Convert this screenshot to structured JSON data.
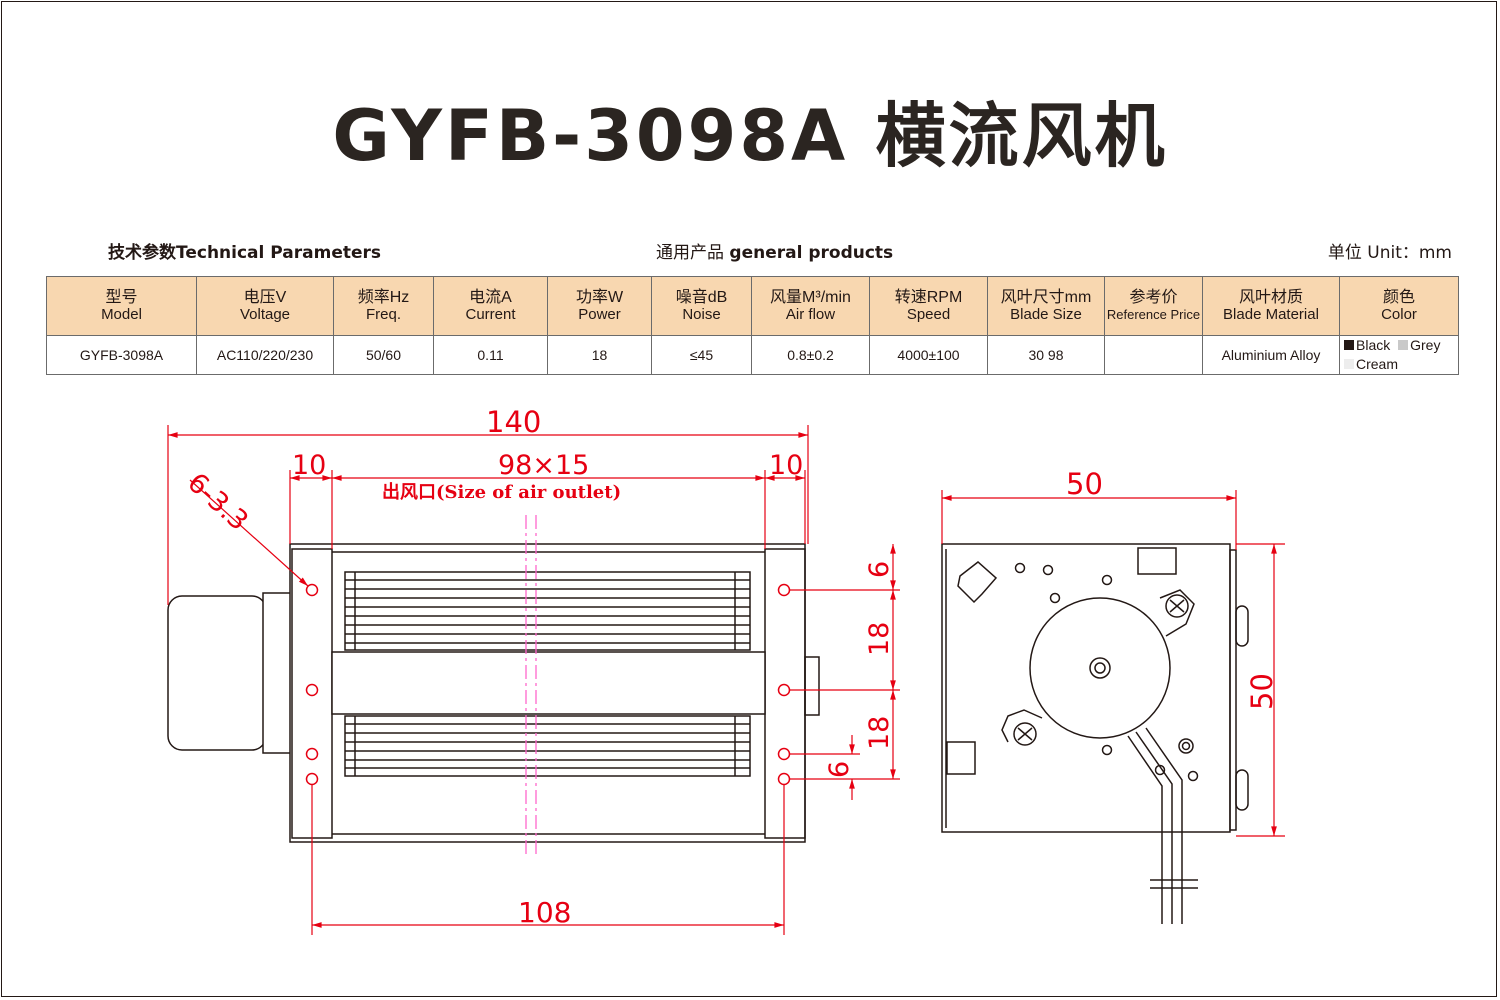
{
  "title": "GYFB-3098A 横流风机",
  "header": {
    "params_label_cn": "技术参数",
    "params_label_en": "Technical Parameters",
    "general_cn": "通用产品",
    "general_en": "general products",
    "unit": "单位 Unit：mm"
  },
  "table": {
    "headers": [
      {
        "cn": "型号",
        "en": "Model"
      },
      {
        "cn": "电压V",
        "en": "Voltage"
      },
      {
        "cn": "频率Hz",
        "en": "Freq."
      },
      {
        "cn": "电流A",
        "en": "Current"
      },
      {
        "cn": "功率W",
        "en": "Power"
      },
      {
        "cn": "噪音dB",
        "en": "Noise"
      },
      {
        "cn": "风量M³/min",
        "en": "Air flow"
      },
      {
        "cn": "转速RPM",
        "en": "Speed"
      },
      {
        "cn": "风叶尺寸mm",
        "en": "Blade Size"
      },
      {
        "cn": "参考价",
        "en": "Reference Price"
      },
      {
        "cn": "风叶材质",
        "en": "Blade Material"
      },
      {
        "cn": "颜色",
        "en": "Color"
      }
    ],
    "row": {
      "model": "GYFB-3098A",
      "voltage": "AC110/220/230",
      "freq": "50/60",
      "current": "0.11",
      "power": "18",
      "noise": "≤45",
      "airflow": "0.8±0.2",
      "speed": "4000±100",
      "blade_size": "30 98",
      "price": "",
      "material": "Aluminium Alloy",
      "colors": [
        {
          "name": "Black",
          "hex": "#231815"
        },
        {
          "name": "Grey",
          "hex": "#c9c9c9"
        },
        {
          "name": "Cream",
          "hex": "#ededed"
        }
      ]
    }
  },
  "drawing": {
    "dim_total": "140",
    "dim_side_left": "10",
    "dim_outlet": "98×15",
    "dim_side_right": "10",
    "outlet_label": "出风口(Size of  air outlet)",
    "dim_holes": "6-3.3",
    "dim_bottom": "108",
    "dim_v1": "6",
    "dim_v2": "18",
    "dim_v3": "18",
    "dim_v4": "6",
    "dim_end_width": "50",
    "dim_end_height": "50"
  },
  "colors": {
    "dimension": "#e60012",
    "table_header": "#f8d7b0",
    "line": "#231815",
    "centerline": "#ff66cc"
  }
}
